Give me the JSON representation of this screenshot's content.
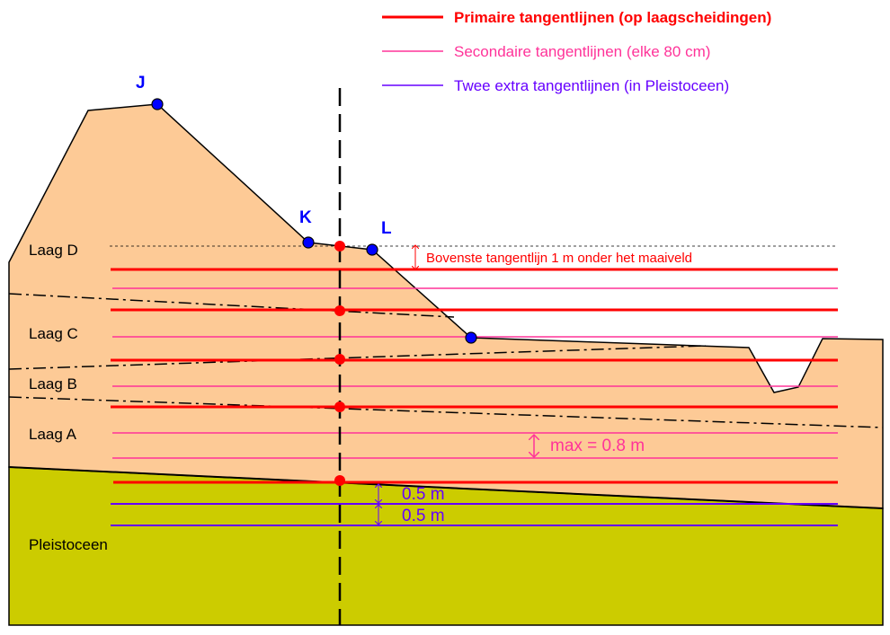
{
  "legend": [
    {
      "label": "Primaire tangentlijnen (op laagscheidingen)",
      "color": "#ff0000",
      "bold": true
    },
    {
      "label": "Secondaire tangentlijnen (elke 80 cm)",
      "color": "#ff3399"
    },
    {
      "label": "Twee extra tangentlijnen (in Pleistoceen)",
      "color": "#6600ff"
    }
  ],
  "points": {
    "j": "J",
    "k": "K",
    "l": "L"
  },
  "layers": {
    "d": "Laag D",
    "c": "Laag C",
    "b": "Laag B",
    "a": "Laag A",
    "pleistocene": "Pleistoceen"
  },
  "annotations": {
    "top_line": "Bovenste tangentlijn 1 m onder het maaiveld",
    "max_spacing": "max = 0.8 m",
    "extra1": "0.5 m",
    "extra2": "0.5 m"
  },
  "colors": {
    "soil": "#fdca96",
    "pleistocene": "#cccc00",
    "primary": "#ff0000",
    "secondary": "#ff3399",
    "extra": "#6600ff",
    "point": "#0000ff"
  }
}
